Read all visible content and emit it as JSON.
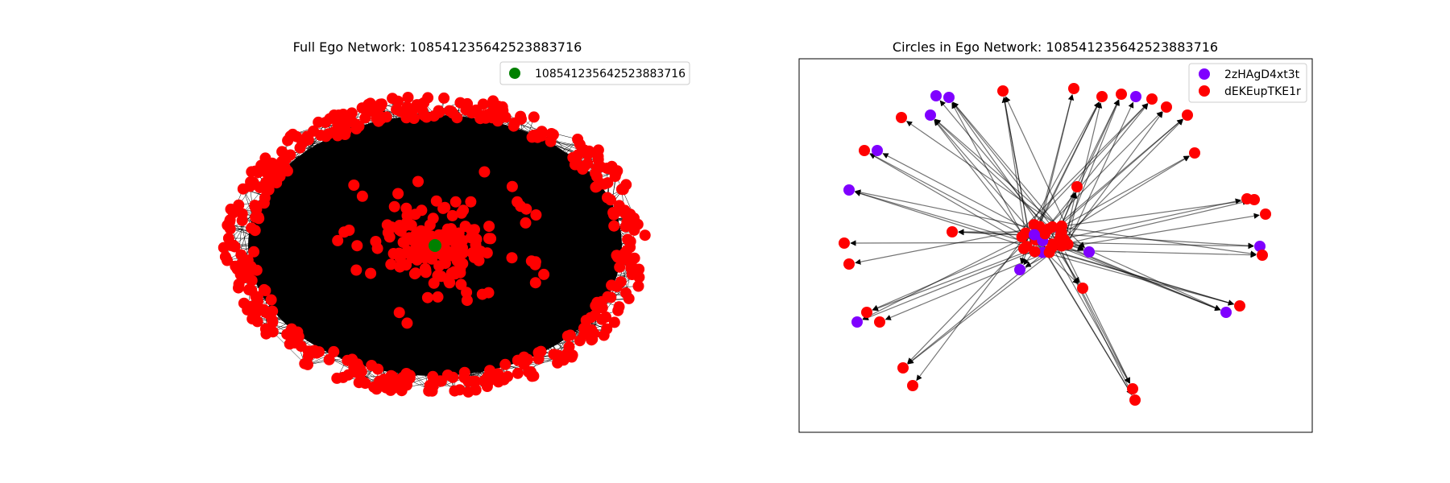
{
  "panels": {
    "left": {
      "title": "Full Ego Network: 108541235642523883716",
      "legend": [
        {
          "label": "108541235642523883716",
          "color": "#008000"
        }
      ],
      "colors": {
        "ego": "#008000",
        "node": "#ff0000",
        "edge": "#000000"
      }
    },
    "right": {
      "title": "Circles in Ego Network: 108541235642523883716",
      "legend": [
        {
          "label": "2zHAgD4xt3t",
          "color": "#7f00ff"
        },
        {
          "label": "dEKEupTKE1r",
          "color": "#ff0000"
        }
      ],
      "colors": {
        "circle_a": "#7f00ff",
        "circle_b": "#ff0000",
        "edge": "#000000"
      }
    }
  }
}
